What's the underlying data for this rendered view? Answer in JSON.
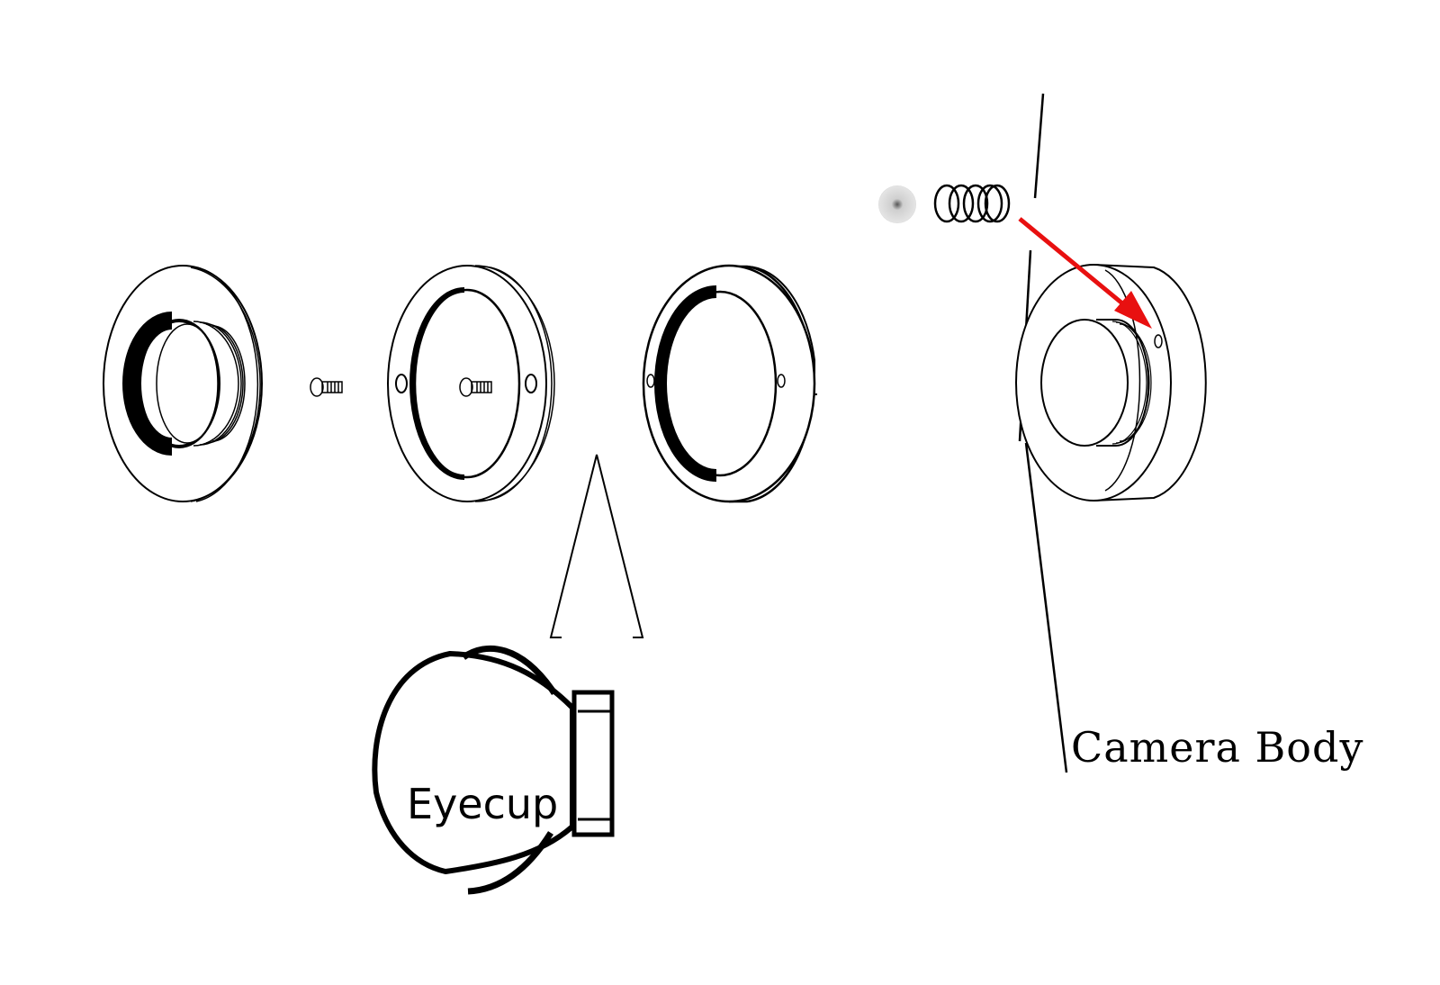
{
  "labels": {
    "camera_body": "Camera Body",
    "eyecup": "Eyecup"
  },
  "colors": {
    "line": "#000000",
    "arrow": "#e81010",
    "background": "#ffffff"
  },
  "parts": [
    "threaded-ring",
    "screw",
    "eyepiece-plate",
    "retaining-ring",
    "detent-ball",
    "spring",
    "camera-mount"
  ]
}
